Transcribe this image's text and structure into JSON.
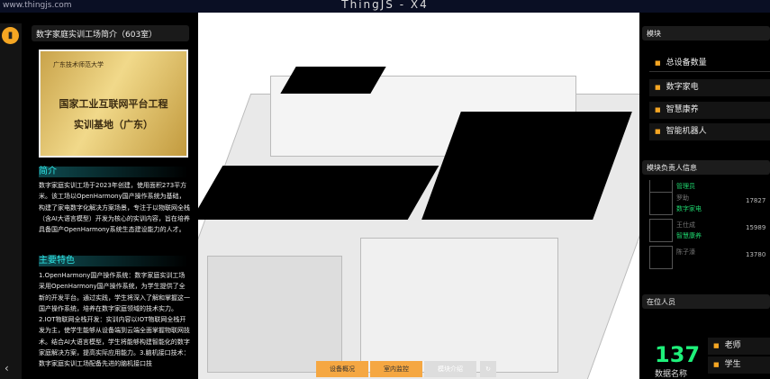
{
  "app": {
    "url": "www.thingjs.com",
    "title": "ThingJS - X4"
  },
  "left": {
    "title": "数字家庭实训工场简介（603室）",
    "plaque": {
      "school": "广东技术师范大学",
      "line1": "国家工业互联网平台工程",
      "line2": "实训基地（广东）"
    },
    "intro_heading": "简介",
    "intro": "数字家庭实训工场于2023年创建，使用面积273平方米。该工场以OpenHarmony国产操作系统为基础，构建了家电数字化解决方案场景，专注于以物联网全栈（含AI大语言模型）开发为核心的实训内容，旨在培养具备国产OpenHarmony系统生态建设能力的人才。",
    "features_heading": "主要特色",
    "features": "1.OpenHarmony国产操作系统：数字家庭实训工场采用OpenHarmony国产操作系统，为学生提供了全新的开发平台。通过实践，学生将深入了解和掌握这一国产操作系统，培养在数字家庭领域的技术实力。2.IOT物联网全栈开发：实训内容以IOT物联网全栈开发为主，使学生能够从设备端到云端全面掌握物联网技术。结合AI大语言模型，学生将能够构建智能化的数字家庭解决方案，提高实际应用能力。3.脑机接口技术：数字家庭实训工场配备先进的脑机接口技"
  },
  "right": {
    "modules_heading": "模块",
    "modules": [
      "总设备数量",
      "数字家电",
      "智慧康养",
      "智能机器人"
    ],
    "owners_heading": "模块负责人信息",
    "owners": [
      {
        "role": "管理员"
      },
      {
        "name": "罗助",
        "role": "数字家电",
        "phone": "17827"
      },
      {
        "name": "王仕成",
        "role": "智慧康养",
        "phone": "15989"
      },
      {
        "name": "陈子濠",
        "phone": "13780"
      }
    ],
    "staff_heading": "在位人员",
    "total": "137",
    "total_label": "数据名称",
    "staff": [
      "老师",
      "学生"
    ]
  },
  "bottom": {
    "buttons": [
      "设备概况",
      "室内监控",
      "模块介绍"
    ]
  }
}
